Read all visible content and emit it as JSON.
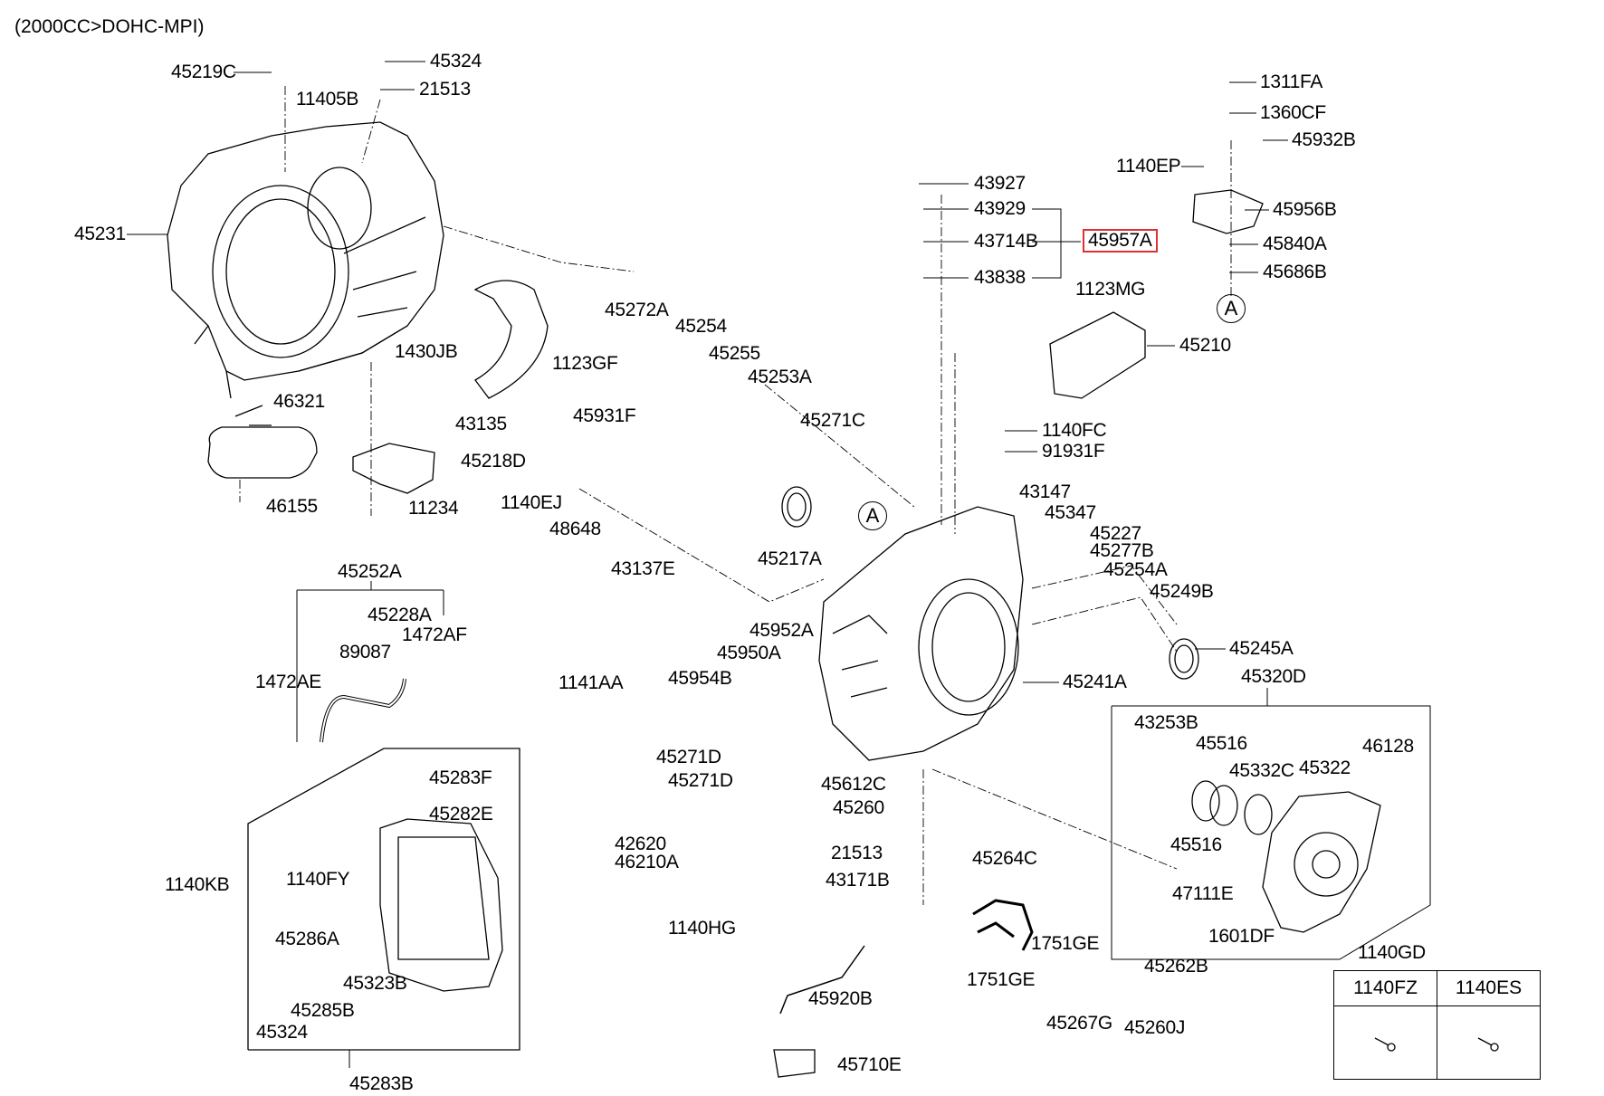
{
  "title": "(2000CC>DOHC-MPI)",
  "highlighted_part": "45957A",
  "highlight_color": "#e03030",
  "callouts": [
    "A"
  ],
  "labels": {
    "p45219C": "45219C",
    "p45324a": "45324",
    "p21513a": "21513",
    "p11405B": "11405B",
    "p45231": "45231",
    "p1430JB": "1430JB",
    "p1123GF": "1123GF",
    "p43135": "43135",
    "p45272A": "45272A",
    "p45254": "45254",
    "p45255": "45255",
    "p45253A": "45253A",
    "p45271C": "45271C",
    "p45931F": "45931F",
    "p45218D": "45218D",
    "p1140EJ": "1140EJ",
    "p11234": "11234",
    "p48648": "48648",
    "p46321": "46321",
    "p46155": "46155",
    "p43927": "43927",
    "p43929": "43929",
    "p43714B": "43714B",
    "p45957A": "45957A",
    "p43838": "43838",
    "p1123MG": "1123MG",
    "p45210": "45210",
    "p1311FA": "1311FA",
    "p1360CF": "1360CF",
    "p45932B": "45932B",
    "p1140EP": "1140EP",
    "p45956B": "45956B",
    "p45840A": "45840A",
    "p45686B": "45686B",
    "p1140FC": "1140FC",
    "p91931F": "91931F",
    "p43147": "43147",
    "p45347": "45347",
    "p45227": "45227",
    "p45277B": "45277B",
    "p45254A": "45254A",
    "p45249B": "45249B",
    "p45245A": "45245A",
    "p45241A": "45241A",
    "p45320D": "45320D",
    "p45217A": "45217A",
    "p43137E": "43137E",
    "p1141AA": "1141AA",
    "p45952A": "45952A",
    "p45950A": "45950A",
    "p45954B": "45954B",
    "p45271Da": "45271D",
    "p45271Db": "45271D",
    "p45612C": "45612C",
    "p45260": "45260",
    "p21513b": "21513",
    "p43171B": "43171B",
    "p42620": "42620",
    "p46210A": "46210A",
    "p1140HG": "1140HG",
    "p45264C": "45264C",
    "p1751GEa": "1751GE",
    "p1751GEb": "1751GE",
    "p45267G": "45267G",
    "p45920B": "45920B",
    "p45710E": "45710E",
    "p43253B": "43253B",
    "p45516a": "45516",
    "p45332C": "45332C",
    "p45322": "45322",
    "p46128": "46128",
    "p45516b": "45516",
    "p47111E": "47111E",
    "p1601DF": "1601DF",
    "p1140GD": "1140GD",
    "p45262B": "45262B",
    "p45260J": "45260J",
    "p45252A": "45252A",
    "p45228A": "45228A",
    "p1472AF": "1472AF",
    "p89087": "89087",
    "p1472AE": "1472AE",
    "p45283F": "45283F",
    "p45282E": "45282E",
    "p1140KB": "1140KB",
    "p1140FY": "1140FY",
    "p45286A": "45286A",
    "p45323B": "45323B",
    "p45285B": "45285B",
    "p45324b": "45324",
    "p45283B": "45283B"
  },
  "legend_table": {
    "columns": [
      "1140FZ",
      "1140ES"
    ],
    "icons": [
      "bolt-icon",
      "bolt-icon"
    ]
  }
}
